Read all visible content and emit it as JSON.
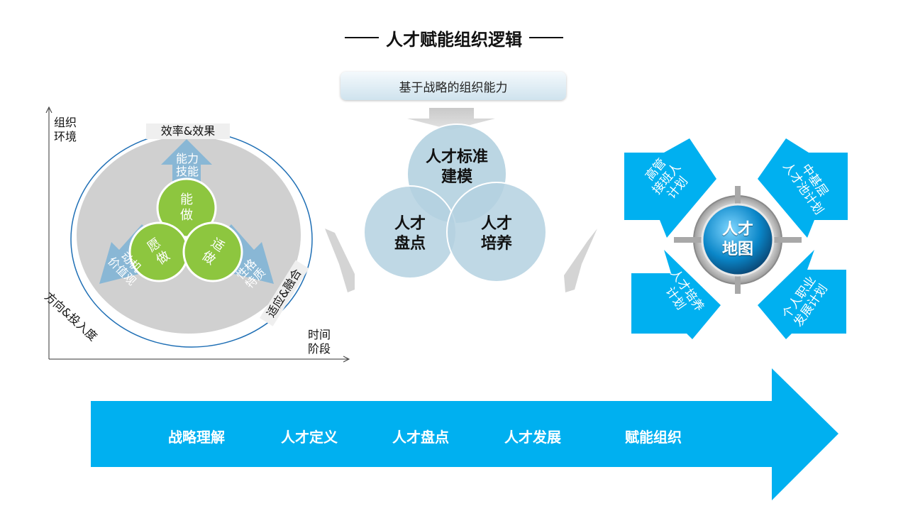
{
  "title": "人才赋能组织逻辑",
  "top_box": "基于战略的组织能力",
  "left": {
    "y_axis_label": "组织\n环境",
    "x_axis_label": "时间\n阶段",
    "top_tag": "效率&效果",
    "left_label": "方向&投入度",
    "right_tag": "适应&融合",
    "arrow_top": "能力\n技能",
    "arrow_left": "动机\n价值观",
    "arrow_right": "性格\n特质",
    "circle_top": "能\n做",
    "circle_left": "愿\n做",
    "circle_right": "适\n做"
  },
  "venn": {
    "top": "人才标准\n建模",
    "left": "人才\n盘点",
    "right": "人才\n培养"
  },
  "right": {
    "center": "人才\n地图",
    "top_left": "高管\n接班人\n计划",
    "top_right": "中基层\n人才池计划",
    "bottom_left": "人才培养\n计划",
    "bottom_right": "个人职业\n发展计划"
  },
  "bottom_arrow": {
    "steps": [
      "战略理解",
      "人才定义",
      "人才盘点",
      "人才发展",
      "赋能组织"
    ]
  },
  "colors": {
    "primary_blue": "#00b0f0",
    "green": "#8dc63f",
    "venn_blue": "#b4d1e0",
    "gray": "#d0d0d0"
  }
}
